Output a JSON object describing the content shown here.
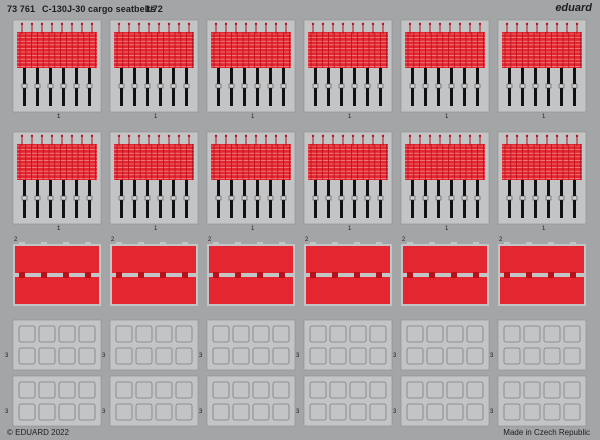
{
  "header": {
    "code": "73 761",
    "title": "C-130J-30 cargo seatbelts",
    "scale": "1/72",
    "brand": "eduard"
  },
  "footer": {
    "copyright": "© EDUARD 2022",
    "origin": "Made in Czech Republic"
  },
  "part_numbers": {
    "belt": "1",
    "net": "2",
    "frame": "3"
  },
  "colors": {
    "fret": "#a4a5a7",
    "part_gray": "#c3c4c6",
    "net_red": "#e3262f",
    "belt_black": "#111111"
  }
}
